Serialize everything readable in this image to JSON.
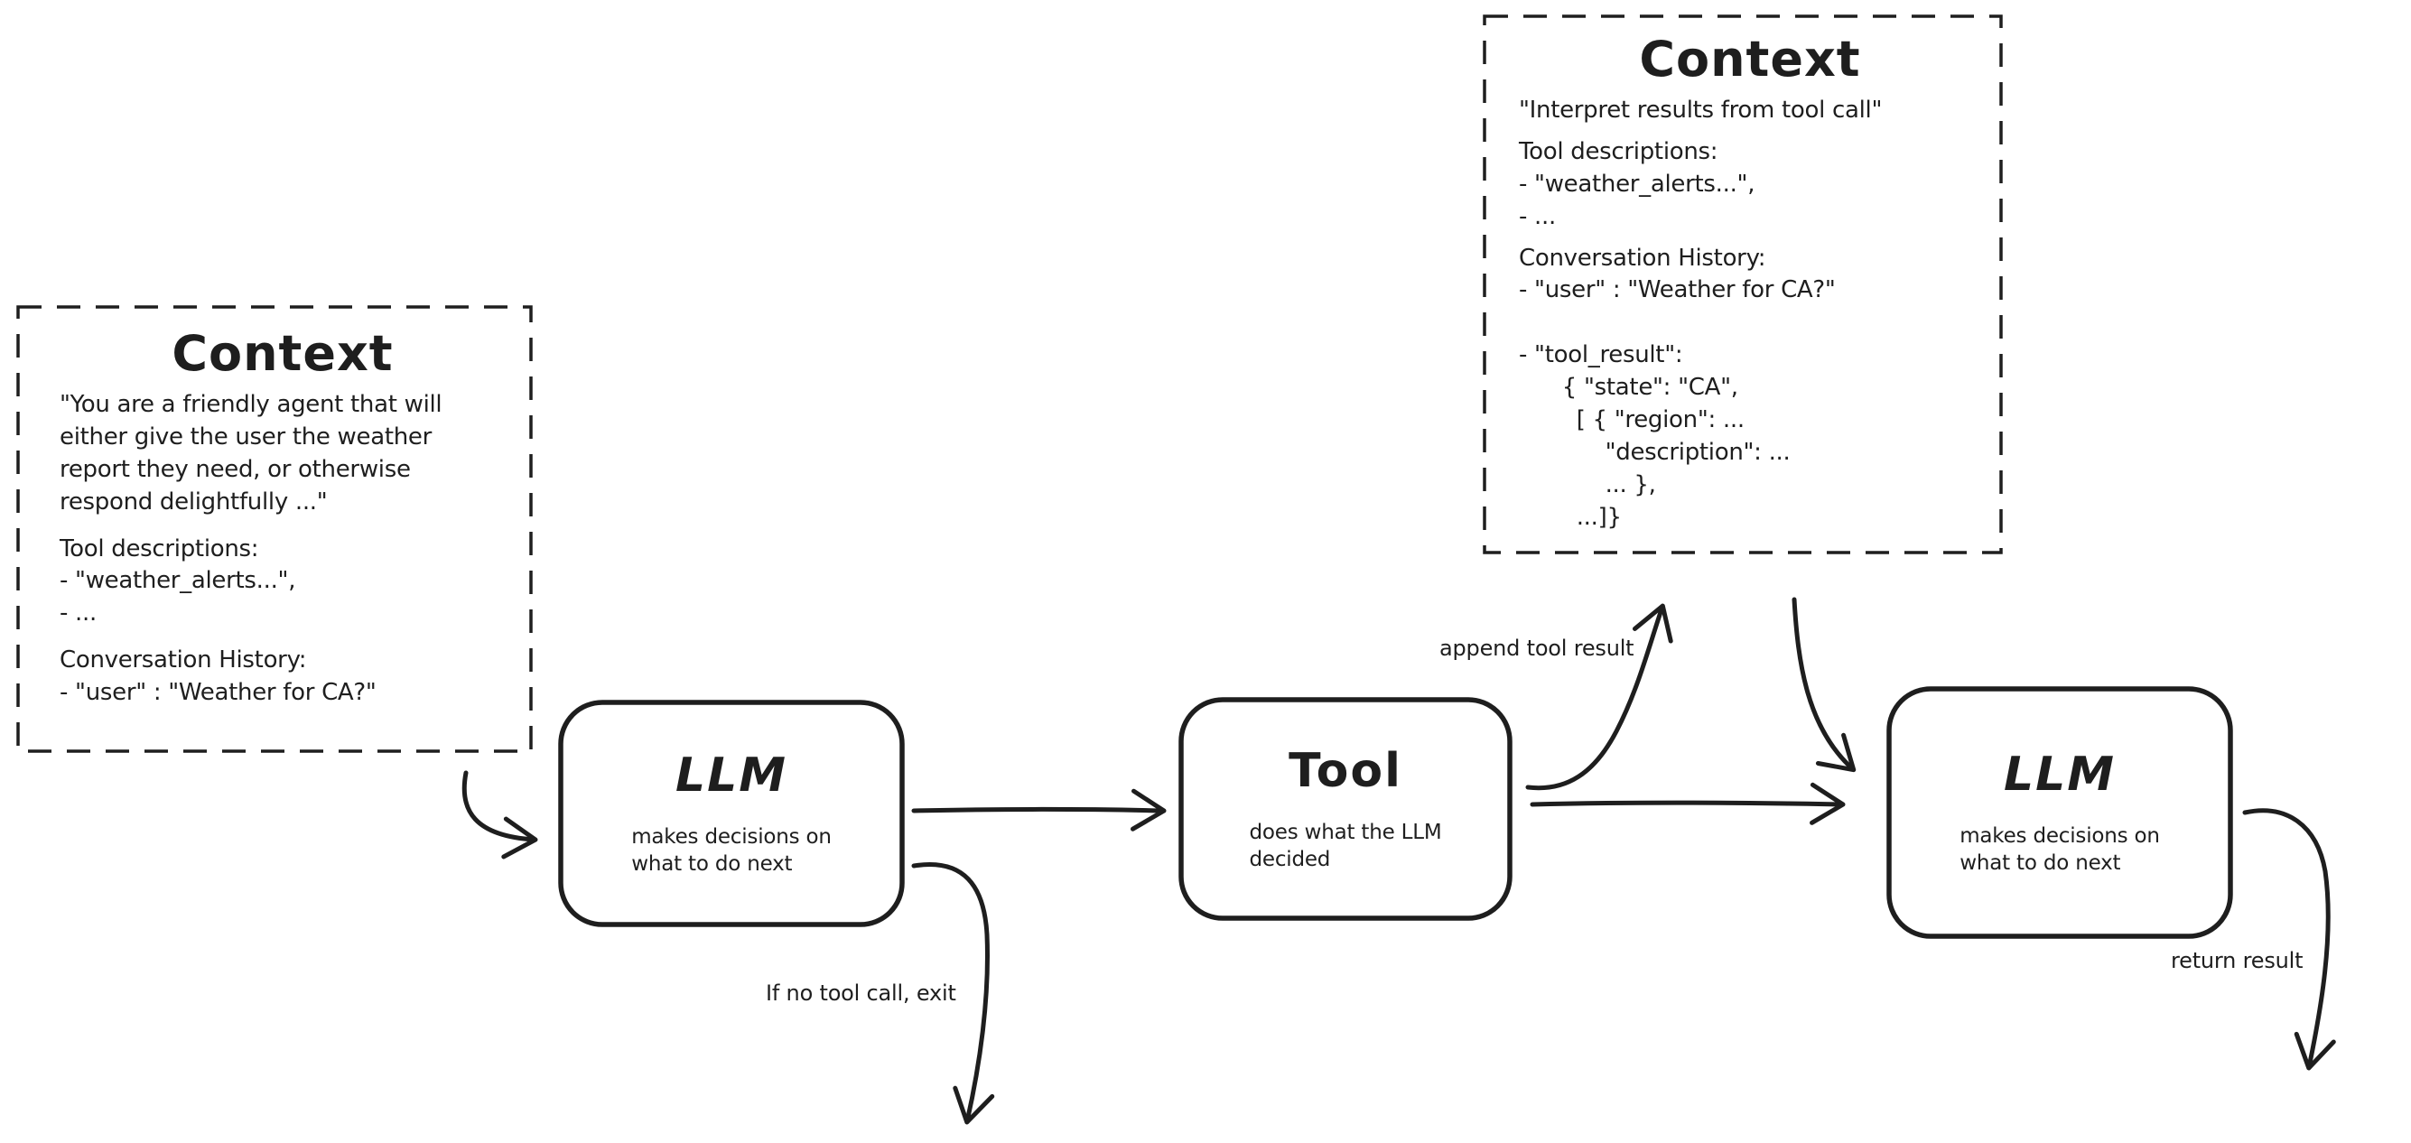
{
  "diagram": {
    "background": "#ffffff",
    "stroke_color": "#1e1e1e",
    "context_left": {
      "title": "Context",
      "system_prompt": "\"You are a friendly agent that will\neither give the user the weather\nreport they need, or otherwise\nrespond delightfully ...\"",
      "tool_descriptions": "Tool descriptions:\n- \"weather_alerts...\",\n- ...",
      "conversation_history": "Conversation History:\n- \"user\" : \"Weather for CA?\""
    },
    "context_top": {
      "title": "Context",
      "system_prompt": "\"Interpret results from tool call\"",
      "tool_descriptions": "Tool descriptions:\n- \"weather_alerts...\",\n- ...",
      "conversation_history": "Conversation History:\n- \"user\" : \"Weather for CA?\"\n\n- \"tool_result\":\n      { \"state\": \"CA\",\n        [ { \"region\": ...\n            \"description\": ...\n            ... },\n        ...]}"
    },
    "nodes": {
      "llm_first": {
        "title": "LLM",
        "subtitle": "makes decisions on\nwhat to do next"
      },
      "tool": {
        "title": "Tool",
        "subtitle": "does what the LLM\ndecided"
      },
      "llm_second": {
        "title": "LLM",
        "subtitle": "makes decisions on\nwhat to do next"
      }
    },
    "edge_labels": {
      "append_tool_result": "append tool result",
      "no_tool_call_exit": "If no tool call, exit",
      "return_result": "return result"
    }
  }
}
